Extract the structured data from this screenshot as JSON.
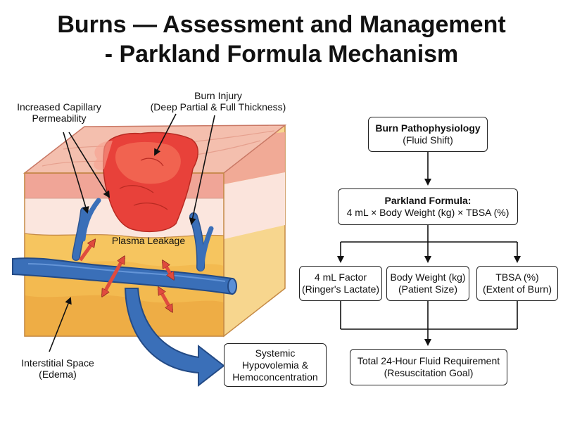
{
  "title": {
    "line1": "Burns — Assessment and Management",
    "line2": "- Parkland Formula Mechanism"
  },
  "illustration": {
    "labels": {
      "capillary_line1": "Increased Capillary",
      "capillary_line2": "Permeability",
      "burn_line1": "Burn Injury",
      "burn_line2": "(Deep Partial & Full Thickness)",
      "plasma": "Plasma Leakage",
      "interstitial_line1": "Interstitial Space",
      "interstitial_line2": "(Edema)"
    },
    "colors": {
      "burn": "#e8413a",
      "vessel": "#3a6fb8",
      "leak_arrow": "#e04b3e",
      "fat": "#f6c55f",
      "dermis": "#f3b3a4"
    }
  },
  "flowchart": {
    "pathophysiology": {
      "title": "Burn Pathophysiology",
      "subtitle": "(Fluid Shift)"
    },
    "formula": {
      "title": "Parkland Formula:",
      "expression": "4 mL × Body Weight (kg) × TBSA (%)"
    },
    "factors": [
      {
        "title": "4 mL Factor",
        "subtitle": "(Ringer's Lactate)"
      },
      {
        "title": "Body Weight (kg)",
        "subtitle": "(Patient Size)"
      },
      {
        "title": "TBSA (%)",
        "subtitle": "(Extent of Burn)"
      }
    ],
    "total": {
      "title": "Total 24-Hour Fluid Requirement",
      "subtitle": "(Resuscitation Goal)"
    },
    "systemic": {
      "line1": "Systemic",
      "line2": "Hypovolemia &",
      "line3": "Hemoconcentration"
    }
  }
}
